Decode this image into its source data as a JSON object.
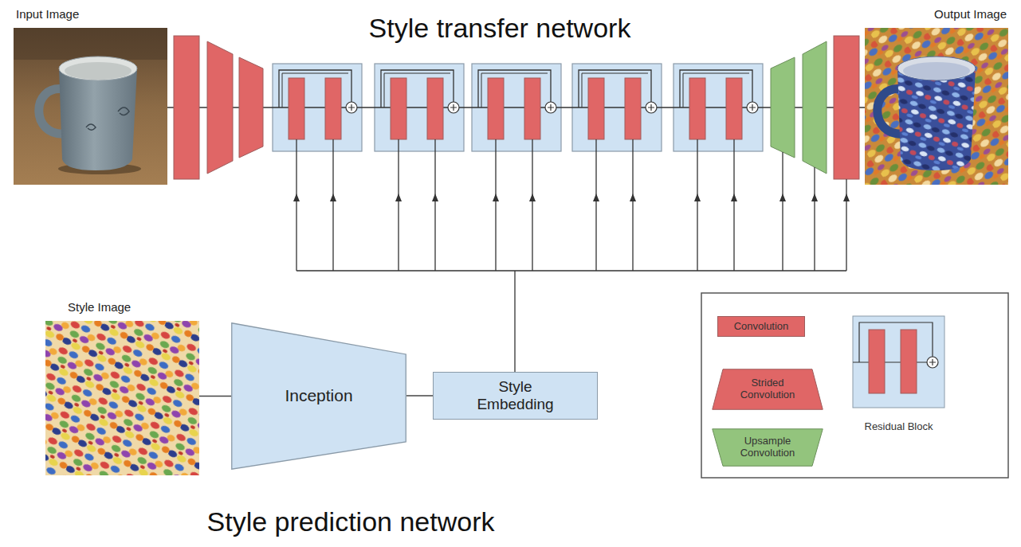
{
  "diagram": {
    "nodes": [
      {
        "text": [
          "Input Image"
        ]
      },
      {
        "text": [
          "Output Image"
        ]
      },
      {
        "text": [
          "Style Image"
        ]
      },
      {
        "text": [
          "Inception"
        ]
      },
      {
        "text": [
          "Style Embedding"
        ]
      }
    ],
    "edges": [
      {
        "from": 2,
        "to": 3,
        "arrow": "none"
      },
      {
        "from": 3,
        "to": 4,
        "arrow": "none"
      }
    ],
    "labels": [
      "Style transfer network",
      "Style prediction network"
    ],
    "legend": [
      {
        "text": "Convolution",
        "color": "#e06666"
      },
      {
        "text": "Strided Convolution",
        "color": "#e06666"
      },
      {
        "text": "Upsample Convolution",
        "color": "#93c47d"
      },
      {
        "text": "Residual Block"
      }
    ]
  }
}
